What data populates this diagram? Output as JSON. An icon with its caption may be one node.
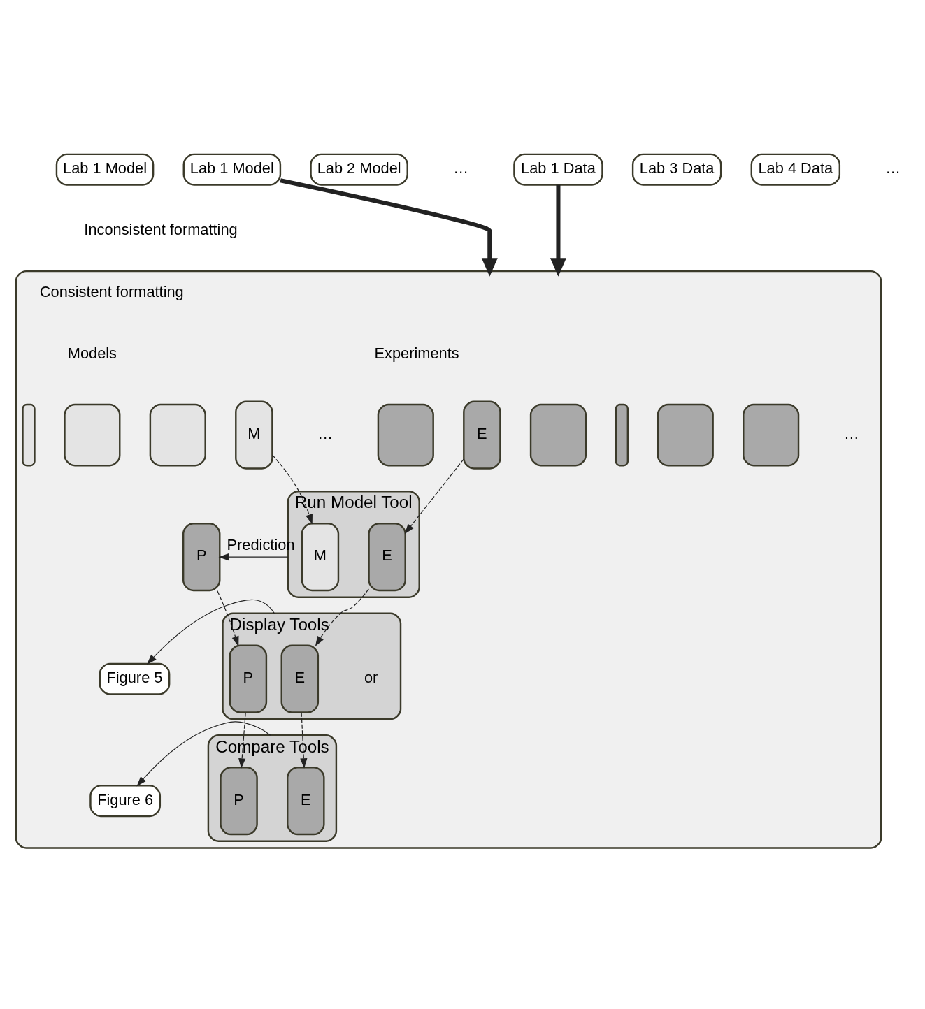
{
  "diagram": {
    "nodes": [
      {
        "text": [
          "Lab 1 Model"
        ]
      },
      {
        "text": [
          "Lab 1 Model"
        ]
      },
      {
        "text": [
          "Lab 2 Model"
        ]
      },
      {
        "text": [
          "Lab 1 Data"
        ]
      },
      {
        "text": [
          "Lab 3 Data"
        ]
      },
      {
        "text": [
          "Lab 4 Data"
        ]
      },
      {
        "text": [],
        "shape": "box"
      },
      {
        "text": [],
        "shape": "bar",
        "in": 6
      },
      {
        "text": [],
        "shape": "box",
        "in": 6
      },
      {
        "text": [],
        "shape": "box",
        "in": 6
      },
      {
        "text": [
          "M"
        ],
        "in": 6
      },
      {
        "text": [],
        "shape": "box",
        "in": 6
      },
      {
        "text": [
          "E"
        ],
        "in": 6
      },
      {
        "text": [],
        "shape": "box",
        "in": 6
      },
      {
        "text": [],
        "shape": "bar",
        "in": 6
      },
      {
        "text": [],
        "shape": "box",
        "in": 6
      },
      {
        "text": [],
        "shape": "box",
        "in": 6
      },
      {
        "text": [
          "Run Model Tool"
        ],
        "in": 6
      },
      {
        "text": [
          "M"
        ],
        "in": 17
      },
      {
        "text": [
          "E"
        ],
        "in": 17
      },
      {
        "text": [
          "P"
        ],
        "in": 6
      },
      {
        "text": [
          "Display Tools"
        ],
        "in": 6
      },
      {
        "text": [
          "E"
        ],
        "in": 21
      },
      {
        "text": [
          "P"
        ],
        "in": 21
      },
      {
        "text": [
          "Figure 5"
        ],
        "in": 6
      },
      {
        "text": [
          "Compare Tools"
        ],
        "in": 6
      },
      {
        "text": [
          "E"
        ],
        "in": 25
      },
      {
        "text": [
          "P"
        ],
        "in": 25
      },
      {
        "text": [
          "Figure 6"
        ],
        "in": 6
      }
    ],
    "edges": [
      {
        "from": 1,
        "to": 6,
        "arrow": "to",
        "style": "thick"
      },
      {
        "from": 3,
        "to": 6,
        "arrow": "to",
        "style": "thick"
      },
      {
        "from": 10,
        "to": 18,
        "arrow": "to",
        "style": "dashed"
      },
      {
        "from": 12,
        "to": 19,
        "arrow": "to",
        "style": "dashed"
      },
      {
        "from": 17,
        "to": 20,
        "arrow": "to",
        "label": "Prediction"
      },
      {
        "from": 19,
        "to": 22,
        "arrow": "to",
        "style": "dashed"
      },
      {
        "from": 20,
        "to": 23,
        "arrow": "to",
        "style": "dashed"
      },
      {
        "from": 21,
        "to": 24,
        "arrow": "to"
      },
      {
        "from": 22,
        "to": 26,
        "arrow": "to",
        "style": "dashed"
      },
      {
        "from": 23,
        "to": 27,
        "arrow": "to",
        "style": "dashed"
      },
      {
        "from": 25,
        "to": 28,
        "arrow": "to"
      }
    ],
    "labels": [
      "…",
      "…",
      "Inconsistent formatting",
      "Consistent formatting",
      "Models",
      "Experiments",
      "…",
      "…",
      "or"
    ]
  }
}
